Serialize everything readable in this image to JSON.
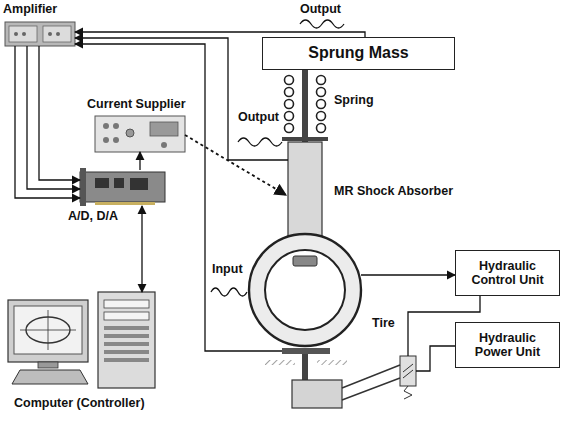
{
  "diagram": {
    "nodes": [
      {
        "text": [
          "Amplifier"
        ]
      },
      {
        "text": [
          "Sprung Mass"
        ]
      },
      {
        "text": [
          "Current Supplier"
        ]
      },
      {
        "text": [
          "A/D, D/A"
        ]
      },
      {
        "text": [
          "Hydraulic Control Unit"
        ]
      },
      {
        "text": [
          "Hydraulic Power Unit"
        ]
      },
      {
        "text": [
          "Computer (Controller)"
        ]
      }
    ],
    "edges": [
      {
        "from": 1,
        "to": 0,
        "arrow": "to",
        "label": "Output"
      },
      {
        "from": 0,
        "to": 3,
        "arrow": "to"
      },
      {
        "from": 0,
        "to": 3,
        "arrow": "to"
      },
      {
        "from": 0,
        "to": 3,
        "arrow": "to"
      },
      {
        "from": 3,
        "to": 2,
        "arrow": "to"
      },
      {
        "from": 3,
        "to": 6,
        "arrow": "both"
      }
    ],
    "labels": [
      "Output",
      "Spring",
      "MR Shock Absorber",
      "Tire",
      "Input"
    ]
  }
}
